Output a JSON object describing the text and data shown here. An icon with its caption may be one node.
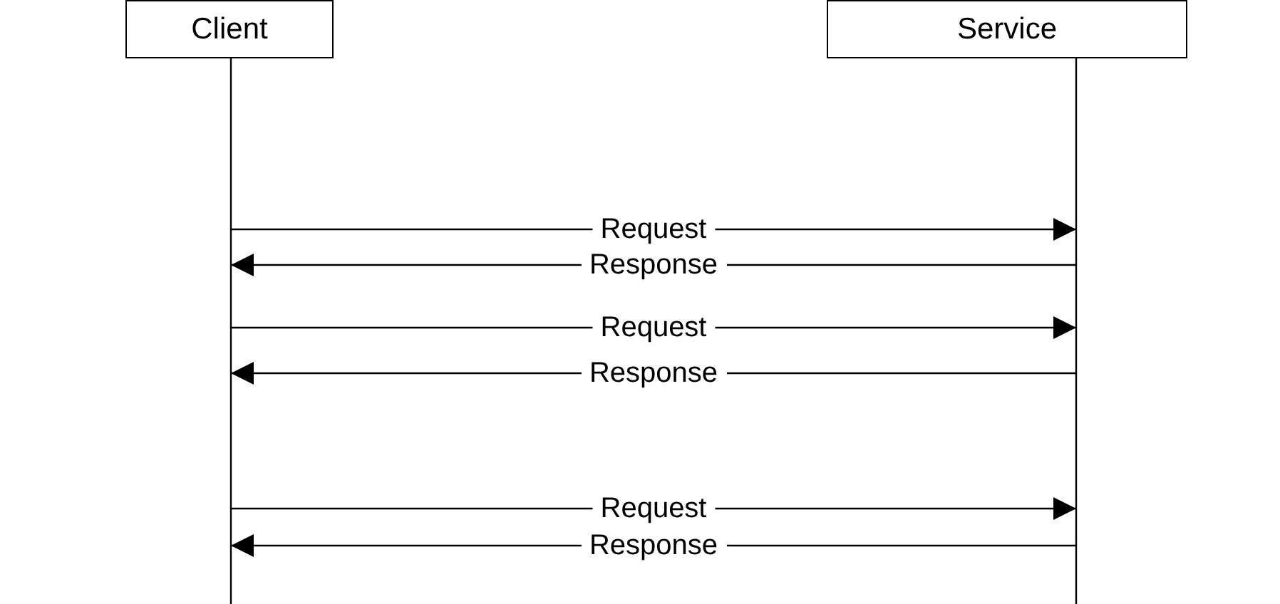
{
  "diagram": {
    "nodes": [
      {
        "text": [
          "Client"
        ]
      },
      {
        "text": [
          "Service"
        ]
      }
    ],
    "edges": [
      {
        "from": 0,
        "to": 1,
        "arrow": "to",
        "label": "Request"
      },
      {
        "from": 1,
        "to": 0,
        "arrow": "to",
        "label": "Response"
      },
      {
        "from": 0,
        "to": 1,
        "arrow": "to",
        "label": "Request"
      },
      {
        "from": 1,
        "to": 0,
        "arrow": "to",
        "label": "Response"
      },
      {
        "from": 0,
        "to": 1,
        "arrow": "to",
        "label": "Request"
      },
      {
        "from": 1,
        "to": 0,
        "arrow": "to",
        "label": "Response"
      }
    ]
  }
}
